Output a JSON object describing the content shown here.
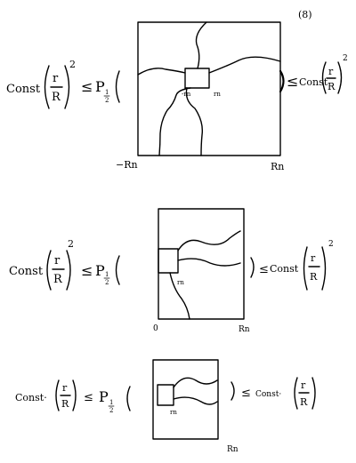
{
  "page": {
    "number": "(8)"
  },
  "symbols": {
    "const": "Const",
    "const_dot": "Const·",
    "leq": "≤",
    "P": "P",
    "half_num": "1",
    "half_den": "2",
    "r": "r",
    "R": "R",
    "square": "2",
    "paren_open": "(",
    "paren_close": ")"
  },
  "figures": [
    {
      "box_labels": {
        "inner_left": "-rn",
        "inner_right": "rn",
        "bottom_left": "−Rn",
        "bottom_right": "Rn"
      },
      "rhs": "power"
    },
    {
      "box_labels": {
        "inner": "rn",
        "bottom_left": "0",
        "bottom_right": "Rn"
      },
      "rhs": "power"
    },
    {
      "box_labels": {
        "inner": "rn",
        "bottom_right": "Rn"
      },
      "rhs": "linear"
    }
  ]
}
